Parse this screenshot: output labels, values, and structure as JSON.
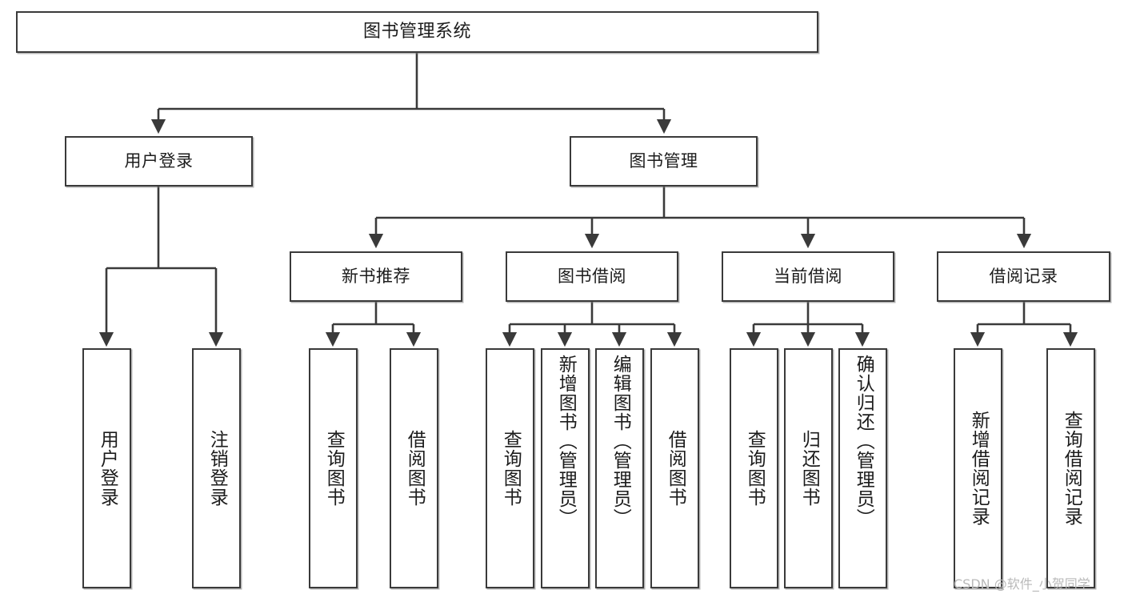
{
  "diagram": {
    "title": "图书管理系统",
    "type": "tree",
    "background_color": "#ffffff",
    "node_border_color": "#3a3a3a",
    "node_fill_color": "#ffffff",
    "text_color": "#1c1c1c"
  },
  "root": {
    "label": "图书管理系统"
  },
  "level1": [
    {
      "label": "用户登录"
    },
    {
      "label": "图书管理"
    }
  ],
  "level2": [
    {
      "label": "新书推荐"
    },
    {
      "label": "图书借阅"
    },
    {
      "label": "当前借阅"
    },
    {
      "label": "借阅记录"
    }
  ],
  "leaves": {
    "user_login": [
      {
        "label": "用户登录"
      },
      {
        "label": "注销登录"
      }
    ],
    "new_book_recommend": [
      {
        "label": "查询图书"
      },
      {
        "label": "借阅图书"
      }
    ],
    "book_borrow": [
      {
        "label": "查询图书"
      },
      {
        "label": "新增图书（管理员）"
      },
      {
        "label": "编辑图书（管理员）"
      },
      {
        "label": "借阅图书"
      }
    ],
    "current_borrow": [
      {
        "label": "查询图书"
      },
      {
        "label": "归还图书"
      },
      {
        "label": "确认归还（管理员）"
      }
    ],
    "borrow_record": [
      {
        "label": "新增借阅记录"
      },
      {
        "label": "查询借阅记录"
      }
    ]
  },
  "watermark": {
    "text": "CSDN @软件_小贺同学"
  }
}
